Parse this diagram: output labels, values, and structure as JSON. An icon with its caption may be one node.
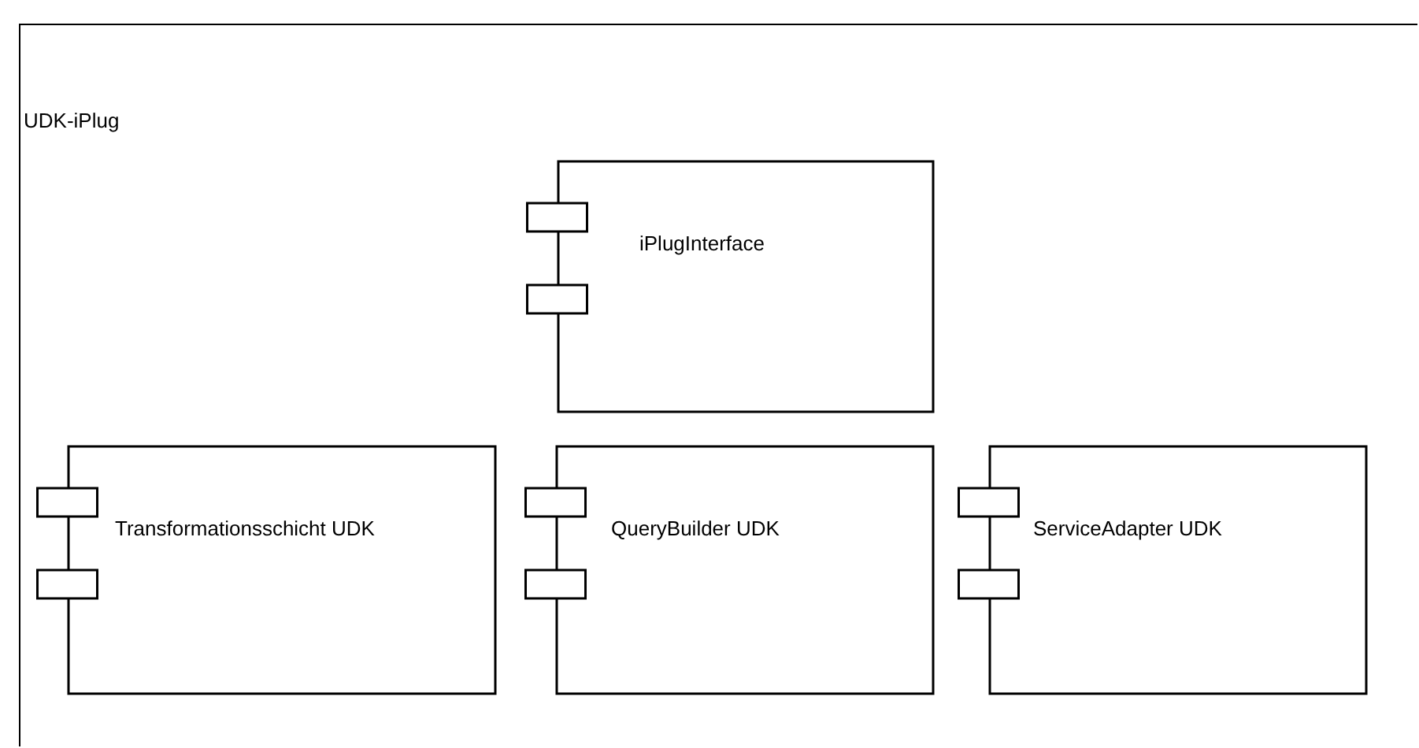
{
  "diagram": {
    "nodes": [
      {
        "text": [
          "UDK-iPlug"
        ]
      },
      {
        "text": [
          "iPlugInterface"
        ],
        "in": 0
      },
      {
        "text": [
          "Transformationsschicht UDK"
        ],
        "in": 0
      },
      {
        "text": [
          "QueryBuilder UDK"
        ],
        "in": 0
      },
      {
        "text": [
          "ServiceAdapter UDK"
        ],
        "in": 0
      }
    ],
    "edges": []
  }
}
